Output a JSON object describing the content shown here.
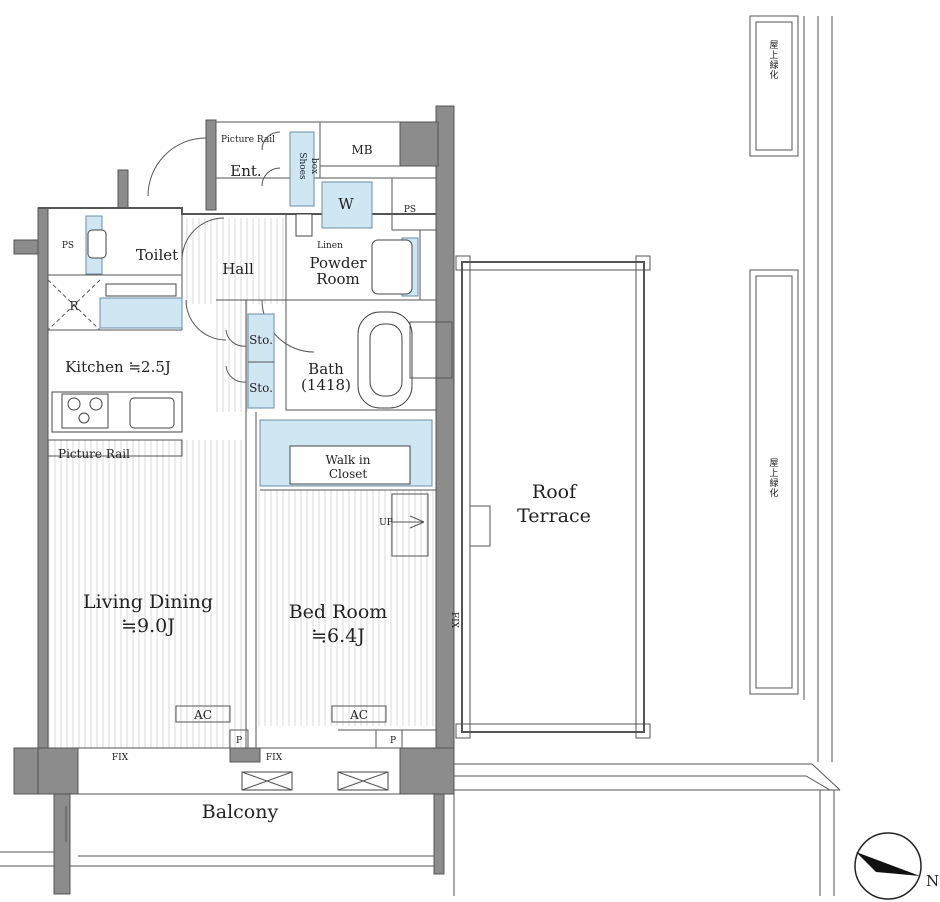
{
  "rooms": {
    "ent": "Ent.",
    "picture_rail_top": "Picture Rail",
    "shoes_box": [
      "Shoes",
      "box"
    ],
    "mb": "MB",
    "toilet": "Toilet",
    "ps_left": "PS",
    "hall": "Hall",
    "w": "W",
    "ps_right": "PS",
    "linen": "Linen",
    "powder_room": [
      "Powder",
      "Room"
    ],
    "r": "R",
    "kitchen": "Kitchen ≒2.5J",
    "sto1": "Sto.",
    "sto2": "Sto.",
    "bath": [
      "Bath",
      "(1418)"
    ],
    "picture_rail_kitchen": "Picture Rail",
    "walk_in_closet": [
      "Walk in",
      "Closet"
    ],
    "up": "UP",
    "roof_terrace": [
      "Roof",
      "Terrace"
    ],
    "living_dining": [
      "Living Dining",
      "≒9.0J"
    ],
    "bed_room": [
      "Bed Room",
      "≒6.4J"
    ],
    "ac1": "AC",
    "ac2": "AC",
    "p1": "P",
    "p2": "P",
    "fix1": "FIX",
    "fix2": "FIX",
    "fix_side": "FIX",
    "balcony": "Balcony",
    "greenery_top": [
      "屋",
      "上",
      "緑",
      "化"
    ],
    "greenery_right": [
      "屋",
      "上",
      "緑",
      "化"
    ],
    "north": "N"
  },
  "colors": {
    "wall": "#8c8c8c",
    "wet_area": "#cfe6f3",
    "line": "#555555"
  }
}
